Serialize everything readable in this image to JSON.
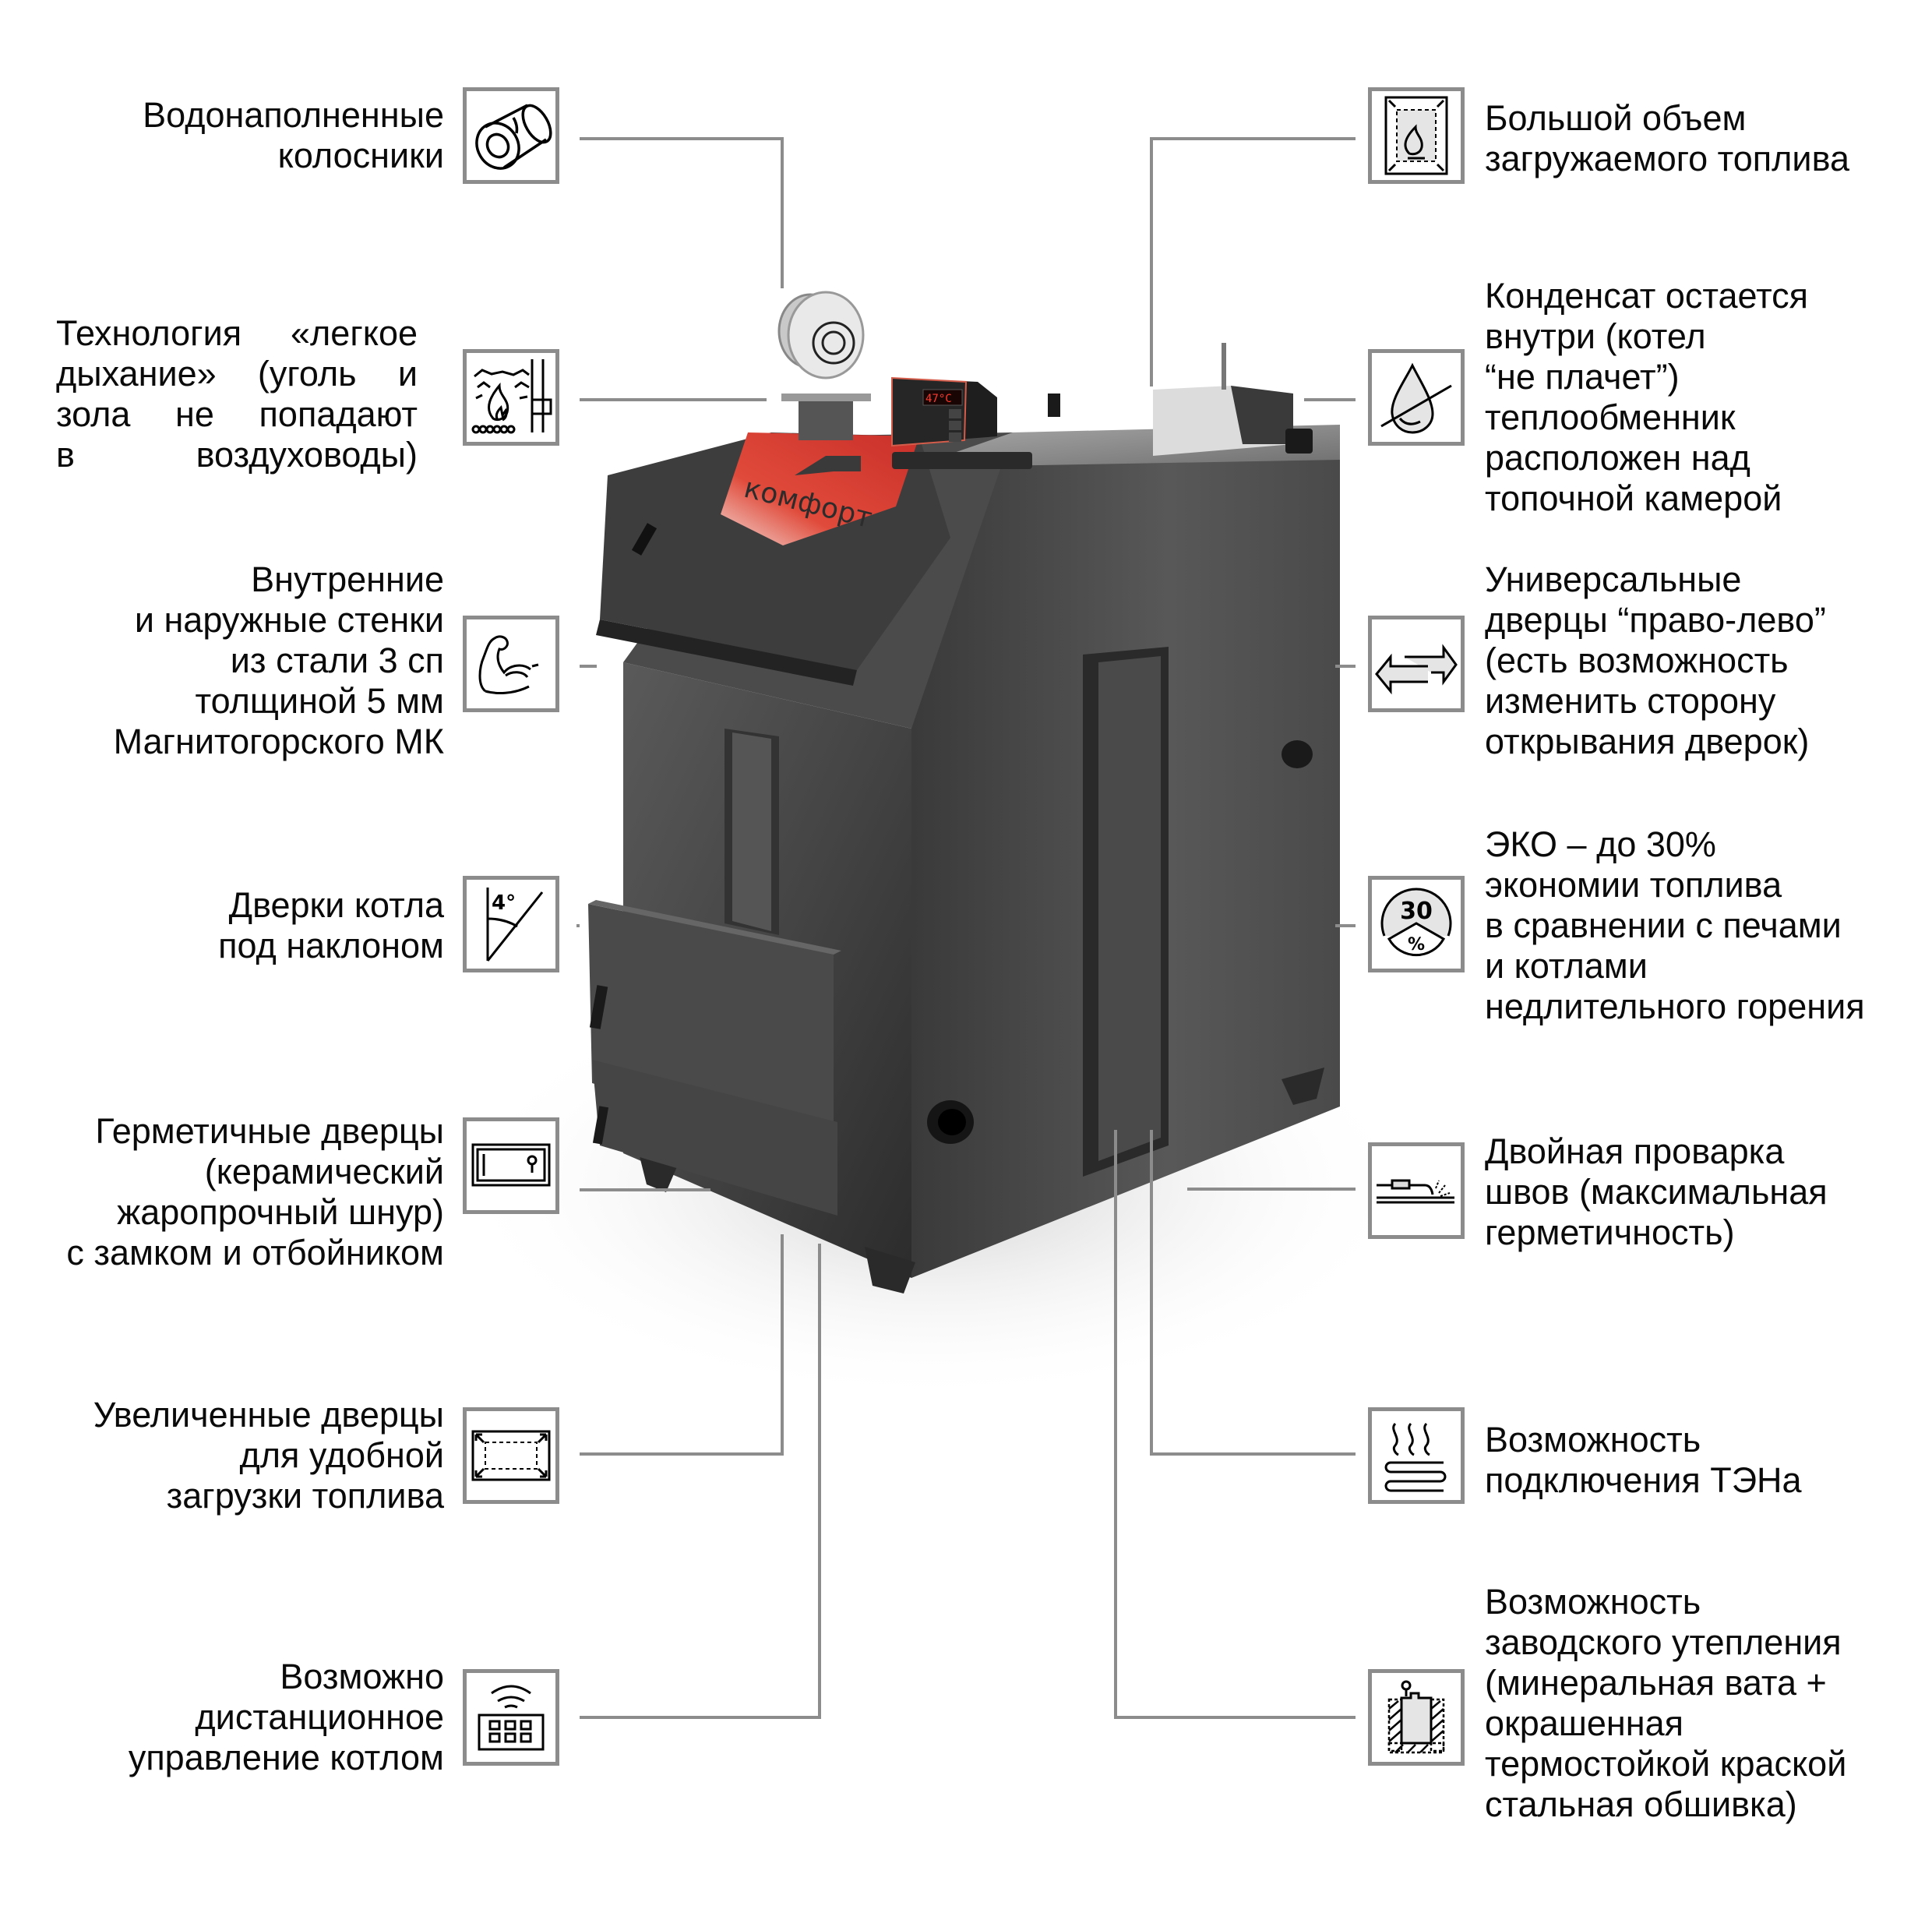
{
  "brand": {
    "logo_text": "комфорт",
    "accent_color": "#d7362a",
    "body_color": "#3a3a3a"
  },
  "controller": {
    "display_value": "47°C",
    "buttons": [
      "+",
      "−",
      "F"
    ]
  },
  "left_features": [
    {
      "icon": "grate-pipe-icon",
      "text": "Водонаполненные\nколосники"
    },
    {
      "icon": "air-flow-fire-icon",
      "text": "Технология «легкое\nдыхание» (уголь и\nзола не попадают\nв воздуховоды)"
    },
    {
      "icon": "strong-arm-icon",
      "text": "Внутренние\nи наружные стенки\nиз стали 3 сп\nтолщиной 5 мм\nМагнитогорского МК"
    },
    {
      "icon": "angle-icon",
      "text": "Дверки котла\nпод наклоном",
      "angle_label": "4°"
    },
    {
      "icon": "sealed-door-lock-icon",
      "text": "Герметичные дверцы\n(керамический\nжаропрочный шнур)\nс замком и отбойником"
    },
    {
      "icon": "enlarged-door-icon",
      "text": "Увеличенные дверцы\nдля удобной\nзагрузки топлива"
    },
    {
      "icon": "remote-control-icon",
      "text": "Возможно\nдистанционное\nуправление котлом"
    }
  ],
  "right_features": [
    {
      "icon": "large-fuel-volume-icon",
      "text": "Большой объем\nзагружаемого топлива"
    },
    {
      "icon": "no-drip-icon",
      "text": "Конденсат остается\nвнутри (котел\n“не плачет”)\nтеплообменник\nрасположен над\nтопочной камерой"
    },
    {
      "icon": "swap-arrows-icon",
      "text": "Универсальные\nдверцы “право-лево”\n(есть возможность\nизменить сторону\nоткрывания дверок)"
    },
    {
      "icon": "eco-percent-icon",
      "text": "ЭКО – до 30%\nэкономии топлива\nв сравнении с печами\nи котлами\nнедлительного горения",
      "badge_number": "30",
      "badge_unit": "%"
    },
    {
      "icon": "double-weld-icon",
      "text": "Двойная проварка\nшвов (максимальная\nгерметичность)"
    },
    {
      "icon": "heating-element-icon",
      "text": "Возможность\nподключения ТЭНа"
    },
    {
      "icon": "insulation-icon",
      "text": "Возможность\nзаводского утепления\n(минеральная вата +\nокрашенная\nтермостойкой краской\nстальная обшивка)"
    }
  ]
}
